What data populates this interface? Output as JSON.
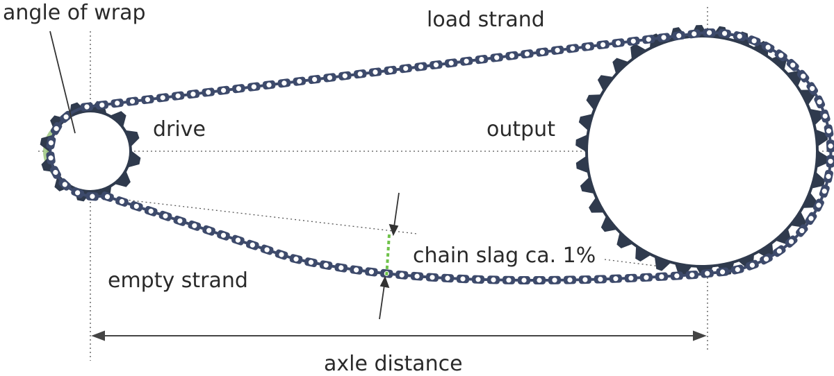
{
  "labels": {
    "angle_of_wrap": "angle of wrap",
    "load_strand": "load strand",
    "drive": "drive",
    "output": "output",
    "chain_slag": "chain slag ca. 1%",
    "empty_strand": "empty strand",
    "axle_distance": "axle distance"
  },
  "colors": {
    "chain_link": "#3d4a6b",
    "chain_roller": "#ffffff",
    "sprocket_body": "#ffffff",
    "sprocket_teeth": "#2f3a4d",
    "wrap_angle_fill": "#8fbf6e",
    "slack_marker": "#6fc24a",
    "guide_line": "#555555"
  },
  "icons": {
    "drive_sprocket": "sprocket-icon",
    "output_sprocket": "sprocket-icon"
  }
}
